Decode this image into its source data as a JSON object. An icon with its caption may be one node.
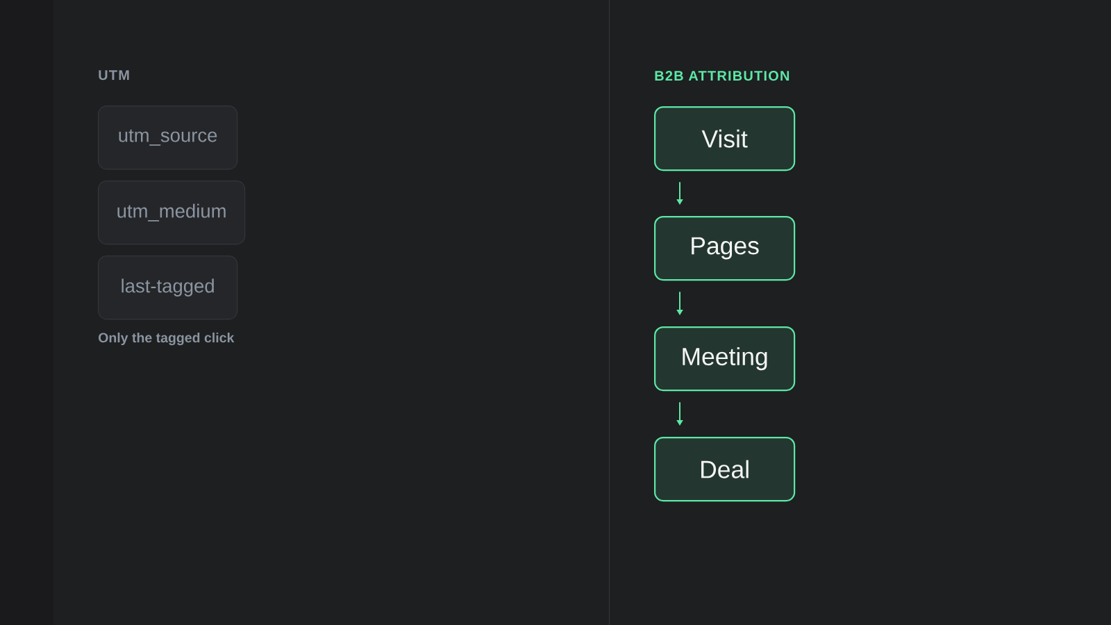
{
  "diagram": {
    "nodes": [
      {
        "text": [
          "utm_source"
        ]
      },
      {
        "text": [
          "utm_medium"
        ]
      },
      {
        "text": [
          "last-tagged"
        ]
      },
      {
        "text": [
          "Visit"
        ]
      },
      {
        "text": [
          "Pages"
        ]
      },
      {
        "text": [
          "Meeting"
        ]
      },
      {
        "text": [
          "Deal"
        ]
      }
    ],
    "edges": [
      {
        "from": 3,
        "to": 4,
        "arrow": "to"
      },
      {
        "from": 4,
        "to": 5,
        "arrow": "to"
      },
      {
        "from": 5,
        "to": 6,
        "arrow": "to"
      }
    ],
    "labels": [
      "UTM",
      "Only the tagged click",
      "B2B ATTRIBUTION"
    ]
  }
}
